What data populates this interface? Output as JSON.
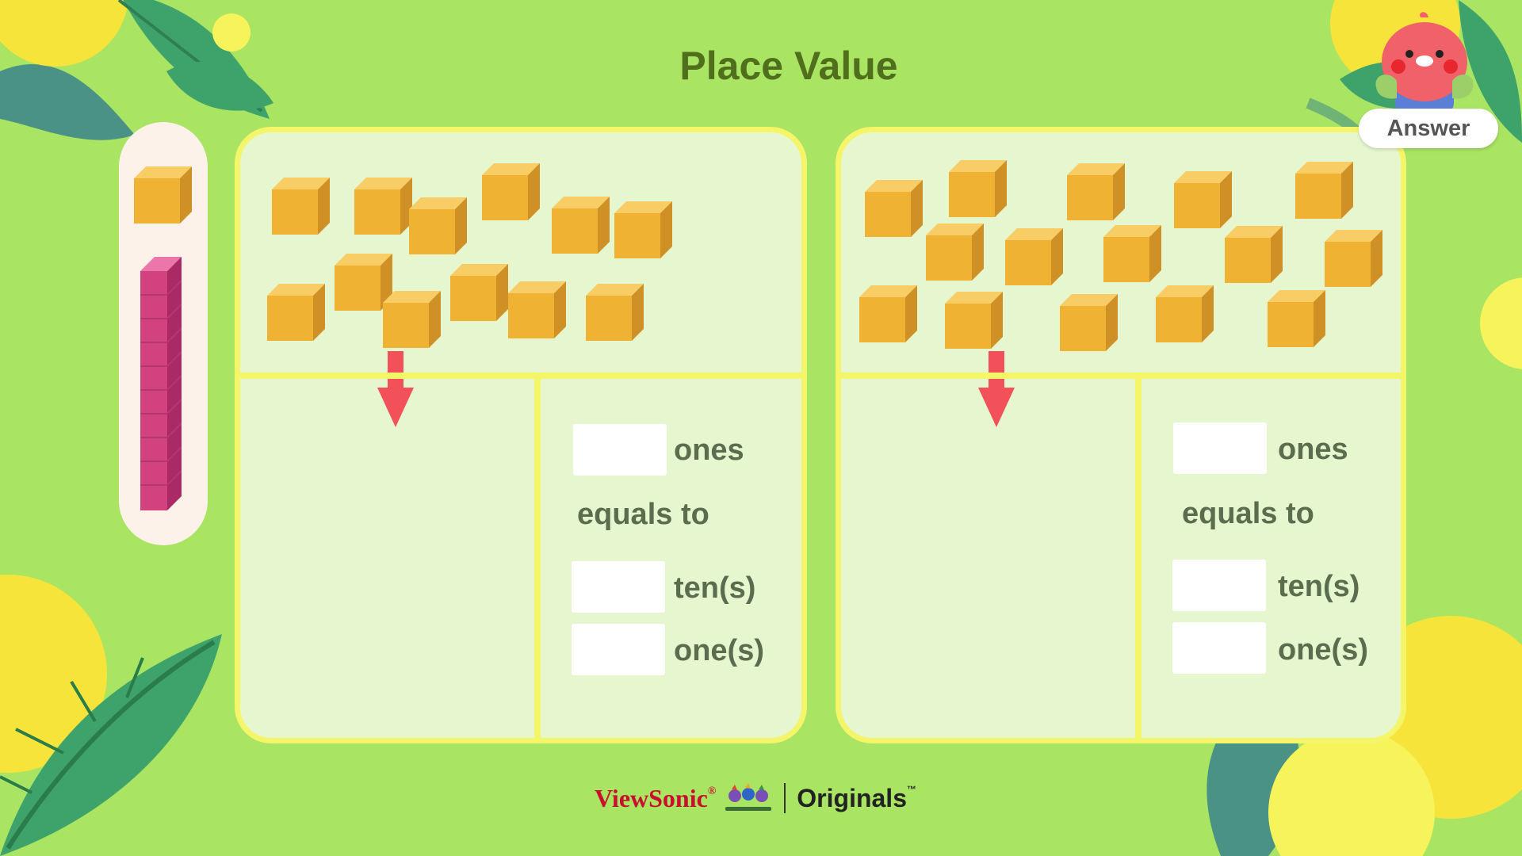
{
  "title": "Place Value",
  "answer_button": "Answer",
  "panels": [
    {
      "labels": {
        "ones": "ones",
        "equals": "equals to",
        "tens": "ten(s)",
        "ones_result": "one(s)"
      },
      "inputs": {
        "ones": "",
        "tens": "",
        "ones_result": ""
      }
    },
    {
      "labels": {
        "ones": "ones",
        "equals": "equals to",
        "tens": "ten(s)",
        "ones_result": "one(s)"
      },
      "inputs": {
        "ones": "",
        "tens": "",
        "ones_result": ""
      }
    }
  ],
  "footer": {
    "brand": "ViewSonic",
    "brand_mark": "®",
    "originals": "Originals",
    "originals_mark": "™"
  },
  "colors": {
    "background": "#a9e463",
    "panel_border": "#f5f56a",
    "panel_fill": "#e6f7cf",
    "cube": "#f0b232",
    "ten_rod": "#d2427f",
    "arrow": "#f25159",
    "title": "#4f6f1c"
  },
  "icons": {
    "ones_block": "unit-cube-icon",
    "tens_block": "ten-rod-icon",
    "arrow": "arrow-down-icon",
    "mascot": "bird-mascot-icon"
  }
}
